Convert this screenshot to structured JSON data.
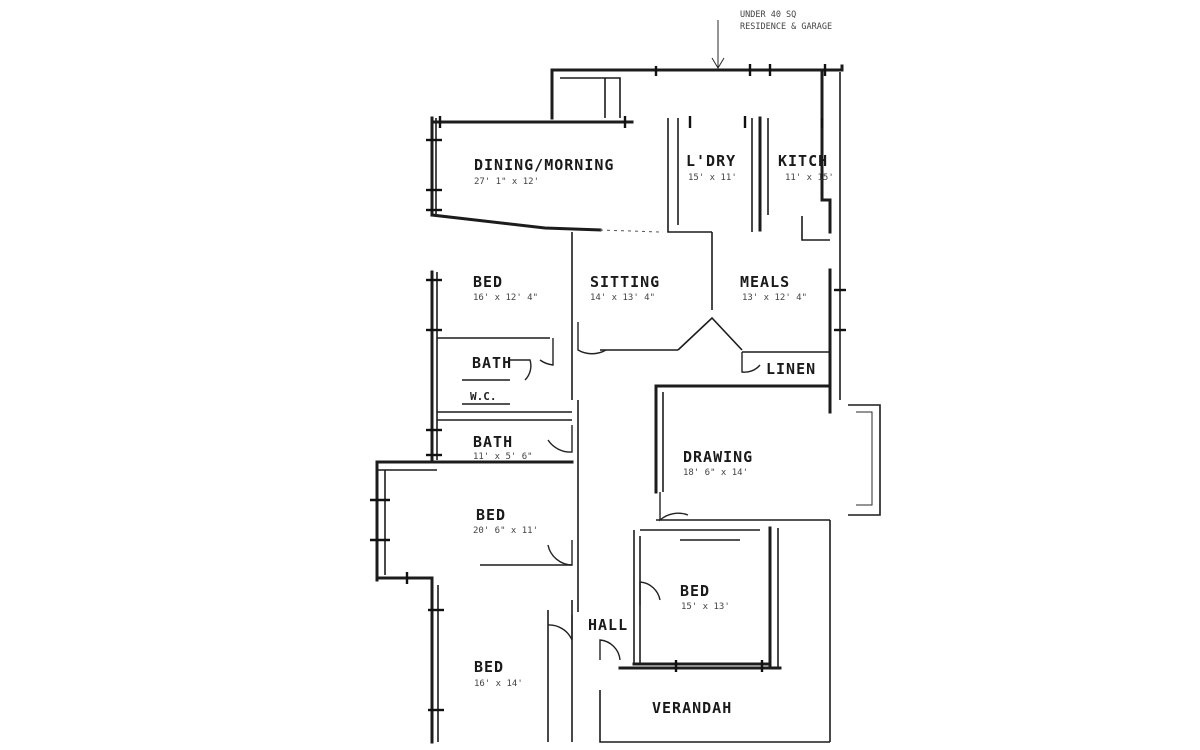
{
  "note": [
    "UNDER 40 SQ",
    "RESIDENCE & GARAGE"
  ],
  "rooms": {
    "dining": {
      "name": "DINING/MORNING",
      "dim": "27' 1\" x 12'"
    },
    "laundry": {
      "name": "L'DRY",
      "dim": "15' x 11'"
    },
    "kitchen": {
      "name": "KITCH",
      "dim": "11' x 15'"
    },
    "bed1": {
      "name": "BED",
      "dim": "16' x 12' 4\""
    },
    "sitting": {
      "name": "SITTING",
      "dim": "14' x 13' 4\""
    },
    "meals": {
      "name": "MEALS",
      "dim": "13' x 12' 4\""
    },
    "bath1": {
      "name": "BATH",
      "dim": ""
    },
    "wc": {
      "name": "W.C."
    },
    "linen": {
      "name": "LINEN"
    },
    "bath2": {
      "name": "BATH",
      "dim": "11' x 5' 6\""
    },
    "drawing": {
      "name": "DRAWING",
      "dim": "18' 6\" x 14'"
    },
    "bed2": {
      "name": "BED",
      "dim": "20' 6\" x 11'"
    },
    "bed3": {
      "name": "BED",
      "dim": "15' x 13'"
    },
    "hall": {
      "name": "HALL",
      "dim": ""
    },
    "bed4": {
      "name": "BED",
      "dim": "16' x 14'"
    },
    "verandah": {
      "name": "VERANDAH"
    }
  }
}
